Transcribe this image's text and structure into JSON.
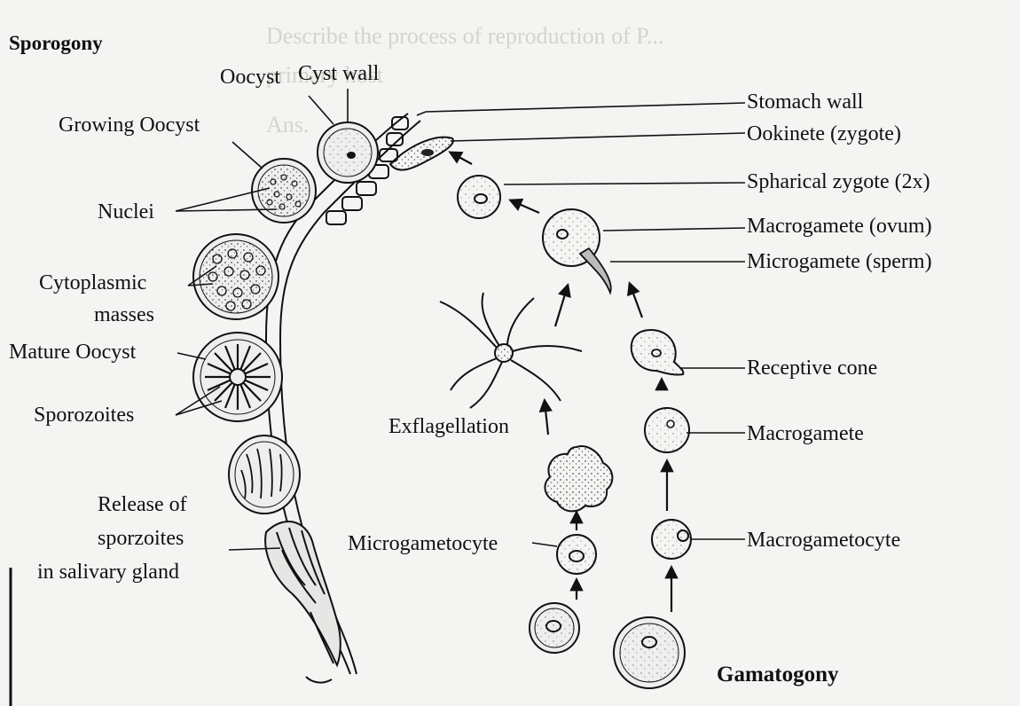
{
  "titles": {
    "left": "Sporogony",
    "bottom": "Gamatogony"
  },
  "labels": {
    "oocyst": "Oocyst",
    "cyst_wall": "Cyst wall",
    "growing_oocyst": "Growing Oocyst",
    "nuclei": "Nuclei",
    "cytoplasmic": "Cytoplasmic",
    "masses": "masses",
    "mature_oocyst": "Mature Oocyst",
    "sporozoites": "Sporozoites",
    "release_1": "Release of",
    "release_2": "sporzoites",
    "release_3": "in salivary gland",
    "stomach_wall": "Stomach wall",
    "ookinete": "Ookinete (zygote)",
    "spherical_zygote": "Spharical zygote (2x)",
    "macrogamete_ovum": "Macrogamete (ovum)",
    "microgamete_sperm": "Microgamete (sperm)",
    "receptive_cone": "Receptive cone",
    "macrogamete": "Macrogamete",
    "macrogametocyte": "Macrogametocyte",
    "microgametocyte": "Microgametocyte",
    "exflagellation": "Exflagellation"
  },
  "bleed_through": {
    "line1": "Describe the process of reproduction of P...",
    "line2": "primary host",
    "line3": "Ans."
  },
  "colors": {
    "ink": "#111111",
    "paper": "#f4f4f2",
    "stipple": "#555555"
  }
}
